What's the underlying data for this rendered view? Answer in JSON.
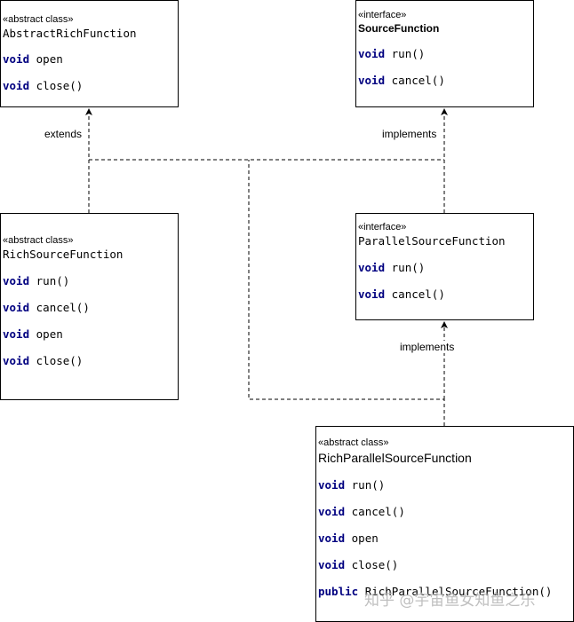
{
  "classes": {
    "abstract_rich_function": {
      "stereotype": "«abstract class»",
      "name": "AbstractRichFunction",
      "ops": [
        {
          "kw": "void",
          "sig": "open"
        },
        {
          "kw": "void",
          "sig": "close()"
        }
      ]
    },
    "source_function": {
      "stereotype": "«interface»",
      "name": "SourceFunction",
      "ops": [
        {
          "kw": "void",
          "sig": "run()"
        },
        {
          "kw": "void",
          "sig": "cancel()"
        }
      ]
    },
    "rich_source_function": {
      "stereotype": "«abstract class»",
      "name": "RichSourceFunction",
      "ops": [
        {
          "kw": "void",
          "sig": "run()"
        },
        {
          "kw": "void",
          "sig": "cancel()"
        },
        {
          "kw": "void",
          "sig": "open"
        },
        {
          "kw": "void",
          "sig": "close()"
        }
      ]
    },
    "parallel_source_function": {
      "stereotype": "«interface»",
      "name": "ParallelSourceFunction",
      "ops": [
        {
          "kw": "void",
          "sig": "run()"
        },
        {
          "kw": "void",
          "sig": "cancel()"
        }
      ]
    },
    "rich_parallel_source_function": {
      "stereotype": "«abstract class»",
      "name": "RichParallelSourceFunction",
      "ops": [
        {
          "kw": "void",
          "sig": "run()"
        },
        {
          "kw": "void",
          "sig": "cancel()"
        },
        {
          "kw": "void",
          "sig": "open"
        },
        {
          "kw": "void",
          "sig": "close()"
        },
        {
          "kw": "public",
          "sig": "RichParallelSourceFunction()"
        }
      ]
    }
  },
  "relations": {
    "extends_label": "extends",
    "implements_top_label": "implements",
    "implements_mid_label": "implements"
  },
  "watermark": "知乎 @宇宙鱼女知鱼之乐"
}
